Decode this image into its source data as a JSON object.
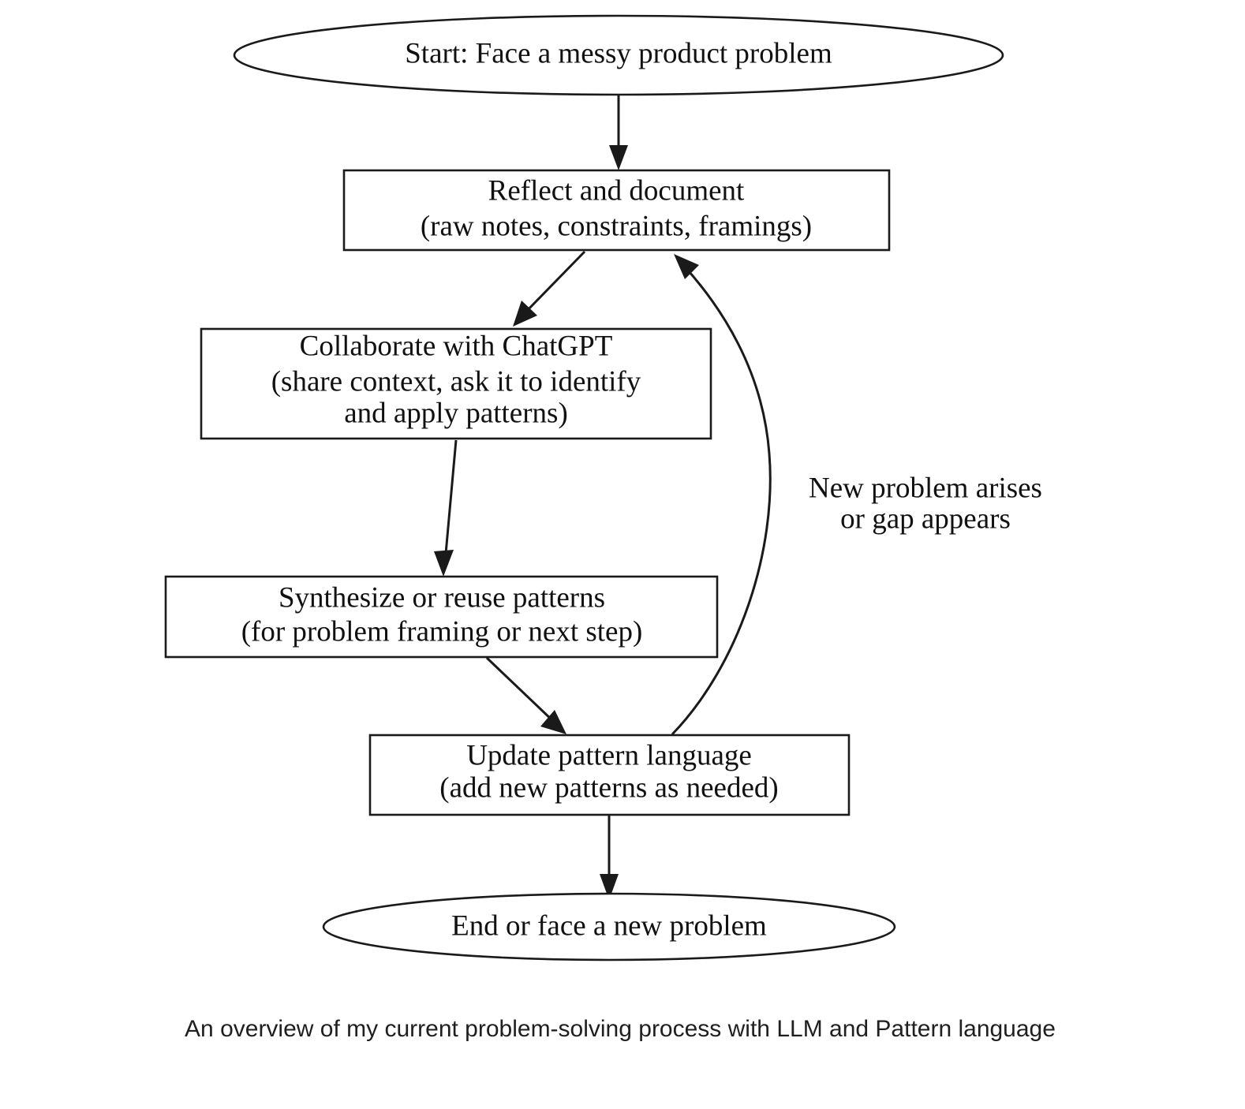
{
  "figure": {
    "caption": "An overview of my current problem-solving process with LLM and Pattern language",
    "background_color": "#ffffff",
    "stroke_color": "#1a1a1a",
    "text_color": "#111111"
  },
  "nodes": [
    {
      "id": "start",
      "shape": "ellipse",
      "lines": [
        "Start: Face a messy product problem"
      ]
    },
    {
      "id": "reflect",
      "shape": "rectangle",
      "lines": [
        "Reflect and document",
        "(raw notes, constraints, framings)"
      ]
    },
    {
      "id": "collaborate",
      "shape": "rectangle",
      "lines": [
        "Collaborate with ChatGPT",
        "(share context, ask it to identify",
        "and apply patterns)"
      ]
    },
    {
      "id": "synthesize",
      "shape": "rectangle",
      "lines": [
        "Synthesize or reuse patterns",
        "(for problem framing or next step)"
      ]
    },
    {
      "id": "update",
      "shape": "rectangle",
      "lines": [
        "Update pattern language",
        "(add new patterns as needed)"
      ]
    },
    {
      "id": "end",
      "shape": "ellipse",
      "lines": [
        "End or face a new problem"
      ]
    }
  ],
  "edges": [
    {
      "id": "start-to-reflect",
      "from": "start",
      "to": "reflect",
      "label": ""
    },
    {
      "id": "reflect-to-collaborate",
      "from": "reflect",
      "to": "collaborate",
      "label": ""
    },
    {
      "id": "collaborate-to-synthesize",
      "from": "collaborate",
      "to": "synthesize",
      "label": ""
    },
    {
      "id": "synthesize-to-update",
      "from": "synthesize",
      "to": "update",
      "label": ""
    },
    {
      "id": "update-to-end",
      "from": "update",
      "to": "end",
      "label": ""
    },
    {
      "id": "update-to-reflect-feedback",
      "from": "update",
      "to": "reflect",
      "label_lines": [
        "New problem arises",
        "or gap appears"
      ]
    }
  ]
}
